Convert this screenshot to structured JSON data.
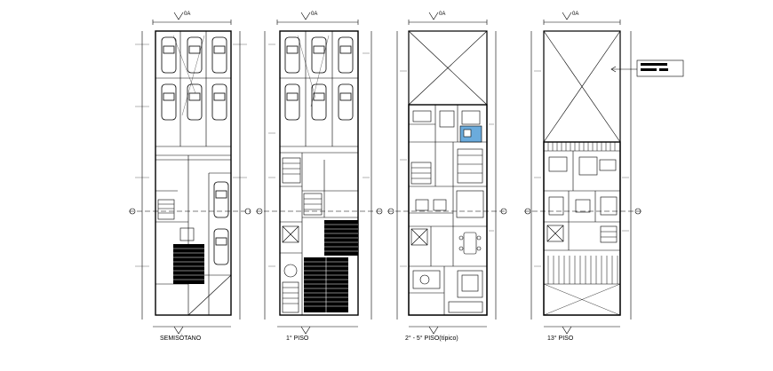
{
  "plans": [
    {
      "title": "SEMISÓTANO",
      "tag": "0A"
    },
    {
      "title": "1° PISO",
      "tag": "0A"
    },
    {
      "title": "2° - 5° PISO(típico)",
      "tag": "0A"
    },
    {
      "title": "13° PISO",
      "tag": "0A"
    }
  ],
  "colors": {
    "line": "#000000",
    "highlight": "#3a8fd0",
    "background": "#ffffff"
  }
}
